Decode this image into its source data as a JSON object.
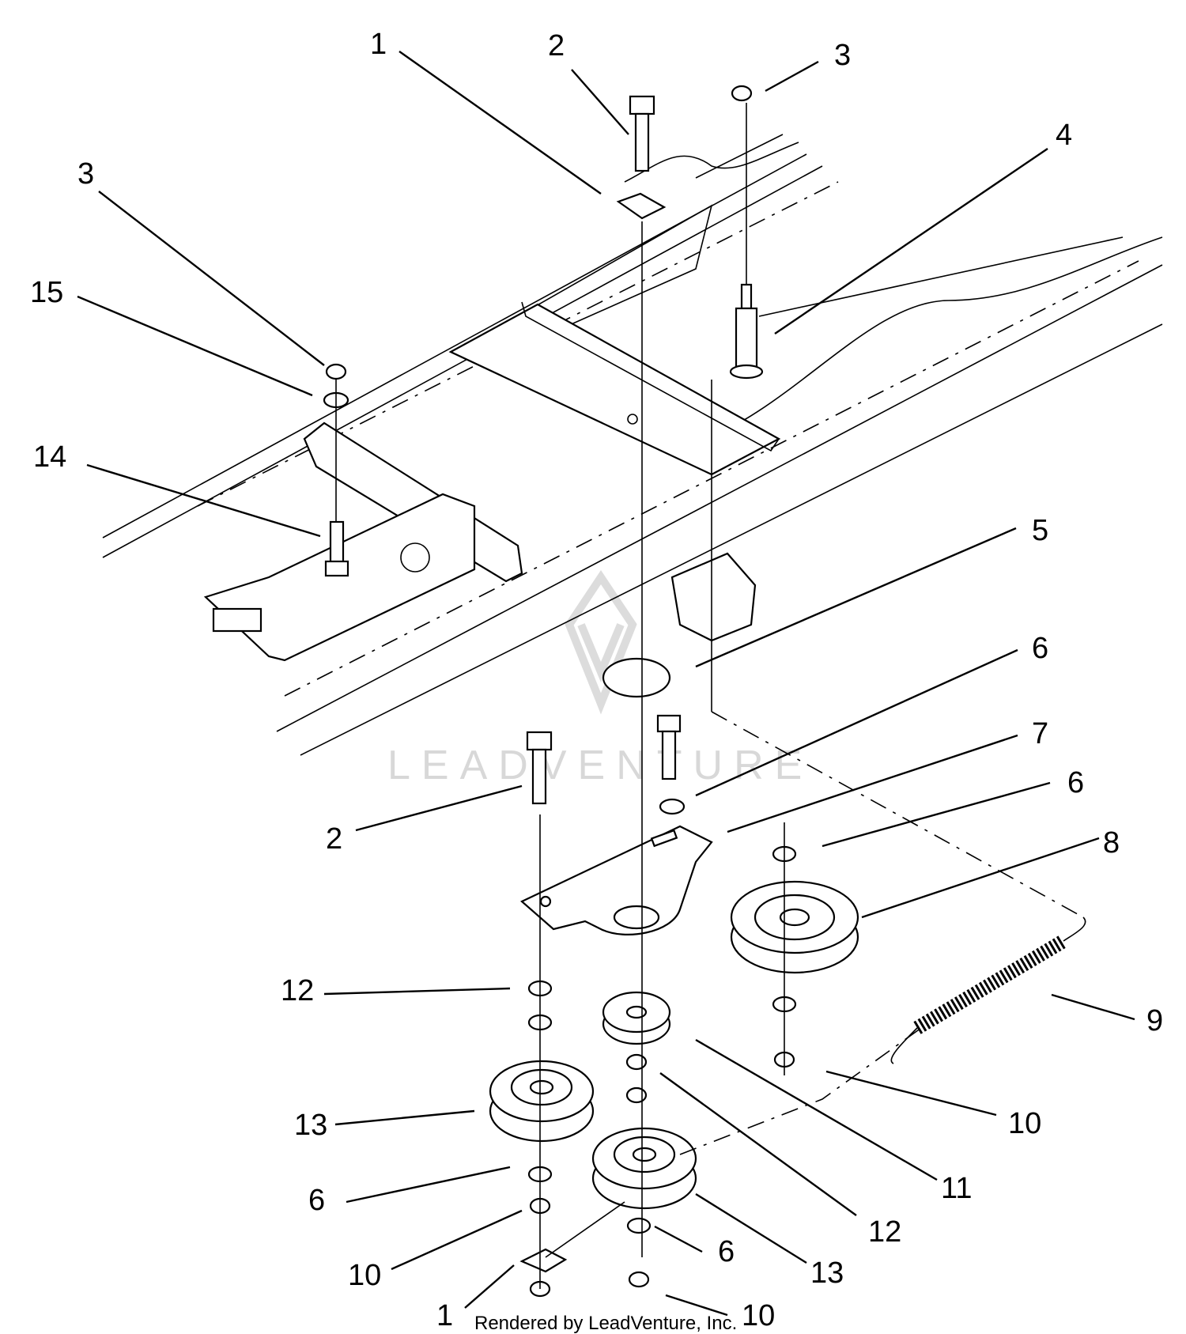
{
  "callouts": [
    {
      "id": "c1a",
      "label": "1"
    },
    {
      "id": "c2a",
      "label": "2"
    },
    {
      "id": "c3a",
      "label": "3"
    },
    {
      "id": "c4",
      "label": "4"
    },
    {
      "id": "c3b",
      "label": "3"
    },
    {
      "id": "c15",
      "label": "15"
    },
    {
      "id": "c14",
      "label": "14"
    },
    {
      "id": "c5",
      "label": "5"
    },
    {
      "id": "c6a",
      "label": "6"
    },
    {
      "id": "c7",
      "label": "7"
    },
    {
      "id": "c6b",
      "label": "6"
    },
    {
      "id": "c8",
      "label": "8"
    },
    {
      "id": "c2b",
      "label": "2"
    },
    {
      "id": "c12a",
      "label": "12"
    },
    {
      "id": "c9",
      "label": "9"
    },
    {
      "id": "c13a",
      "label": "13"
    },
    {
      "id": "c10a",
      "label": "10"
    },
    {
      "id": "c11",
      "label": "11"
    },
    {
      "id": "c6c",
      "label": "6"
    },
    {
      "id": "c12b",
      "label": "12"
    },
    {
      "id": "c13b",
      "label": "13"
    },
    {
      "id": "c10b",
      "label": "10"
    },
    {
      "id": "c6d",
      "label": "6"
    },
    {
      "id": "c1b",
      "label": "1"
    },
    {
      "id": "c10c",
      "label": "10"
    }
  ],
  "watermark": "LEADVENTURE",
  "credit": "Rendered by LeadVenture, Inc."
}
